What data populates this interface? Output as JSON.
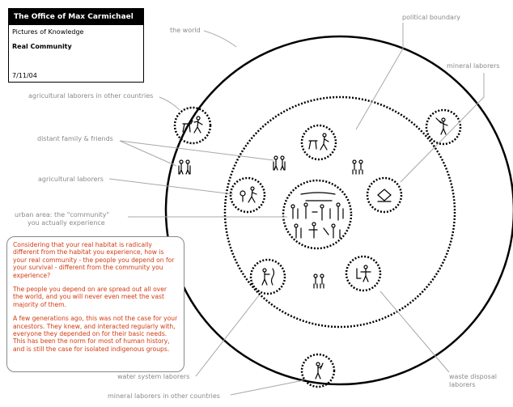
{
  "header": {
    "office": "The Office of Max Carmichael",
    "series": "Pictures of Knowledge",
    "title": "Real Community",
    "date": "7/11/04"
  },
  "labels": {
    "world": "the world",
    "political_boundary": "political boundary",
    "mineral_laborers": "mineral laborers",
    "agricultural_other": "agricultural laborers in other countries",
    "distant_family": "distant family & friends",
    "agricultural": "agricultural laborers",
    "urban_line1": "urban area: the \"community\"",
    "urban_line2": "you actually experience",
    "water_system": "water system laborers",
    "waste_line1": "waste disposal",
    "waste_line2": "laborers",
    "mineral_other": "mineral laborers in other countries"
  },
  "callout": {
    "p1": "Considering that your real habitat is radically different from the habitat you experience, how is your real community - the people you depend on for your survival - different from the community you experience?",
    "p2": "The people you depend on are spread out all over the world, and you will never even meet the vast majority of them.",
    "p3": "A few generations ago, this was not the case for your ancestors. They knew, and interacted regularly with, everyone they depended on for their basic needs. This has been the norm for most of human history, and is still the case for isolated indigenous groups."
  },
  "colors": {
    "callout_text": "#d23a10",
    "label_text": "#8a8a8a",
    "ink": "#000000"
  }
}
